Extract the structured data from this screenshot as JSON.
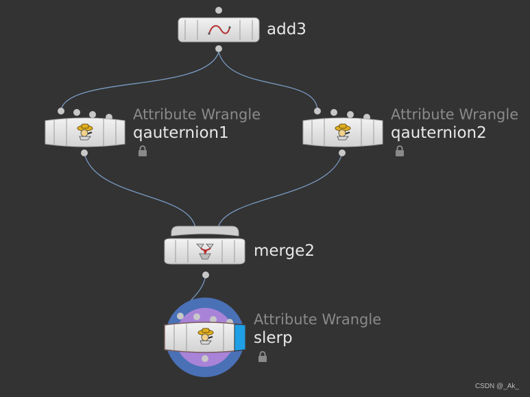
{
  "nodes": {
    "add3": {
      "name": "add3",
      "icon": "curve-icon"
    },
    "q1": {
      "type": "Attribute Wrangle",
      "name": "qauternion1",
      "icon": "wrangle-cowboy-icon",
      "locked": true
    },
    "q2": {
      "type": "Attribute Wrangle",
      "name": "qauternion2",
      "icon": "wrangle-cowboy-icon",
      "locked": true
    },
    "merge": {
      "name": "merge2",
      "icon": "merge-icon"
    },
    "slerp": {
      "type": "Attribute Wrangle",
      "name": "slerp",
      "icon": "wrangle-cowboy-icon",
      "locked": true,
      "display_flag": true,
      "selected": true
    }
  },
  "colors": {
    "background": "#333333",
    "wire": "#7a9cc4",
    "node_body": "#e3e3e3",
    "connector": "#c8c8c8",
    "type_label": "#8a8a8a",
    "name_label": "#e8e8e8",
    "display_flag": "#1fa0e6",
    "selection_outer": "#4a70b6",
    "selection_inner": "#a883d8"
  },
  "watermark": "CSDN @_Ak_"
}
